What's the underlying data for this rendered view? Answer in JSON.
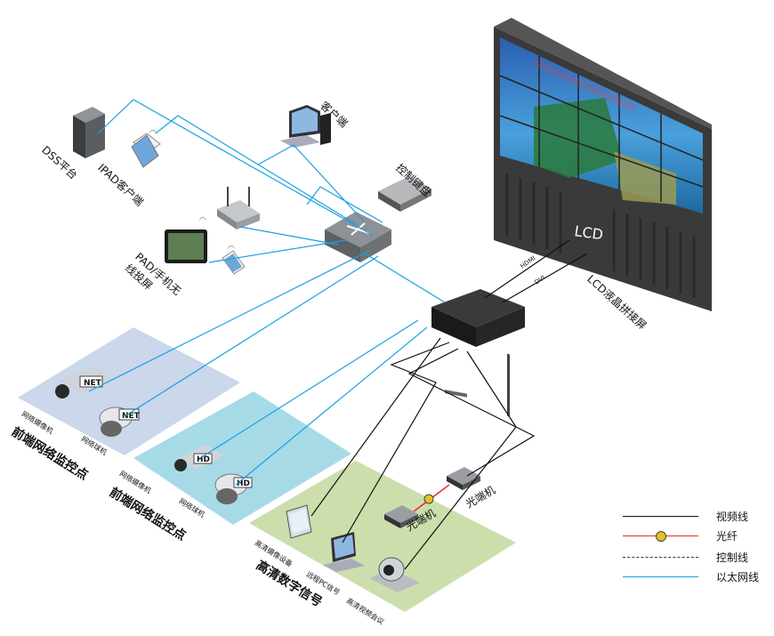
{
  "devices": {
    "dss": "DSS平台",
    "ipad": "IPAD客户端",
    "client": "客户端",
    "keyboard": "控制键盘",
    "pad_wireless": "PAD/手机无线投屏",
    "lcd_wall": "LCD液晶拼接屏",
    "lcd_logo": "LCD",
    "hdmi": "HDMI",
    "dvi": "DVI"
  },
  "zones": {
    "net_zone": {
      "title": "前端网络监控点",
      "cam1": "网络摄像机",
      "cam2": "网络球机",
      "badge": "NET"
    },
    "hd_zone": {
      "title": "前端网络监控点",
      "cam1": "网络摄像机",
      "cam2": "网络球机",
      "badge": "HD"
    },
    "hd_signal": {
      "title": "高清数字信号",
      "src1": "高清摄像设备",
      "src2": "远程PC信号",
      "src3": "高清视频会议",
      "fiber1": "光端机",
      "fiber2": "光端机"
    }
  },
  "legend": [
    {
      "label": "视频线",
      "color": "#111111",
      "style": "solid"
    },
    {
      "label": "光纤",
      "color": "#e53030",
      "style": "fiber"
    },
    {
      "label": "控制线",
      "color": "#333333",
      "style": "dashed"
    },
    {
      "label": "以太网线",
      "color": "#1aa0e0",
      "style": "solid"
    }
  ]
}
